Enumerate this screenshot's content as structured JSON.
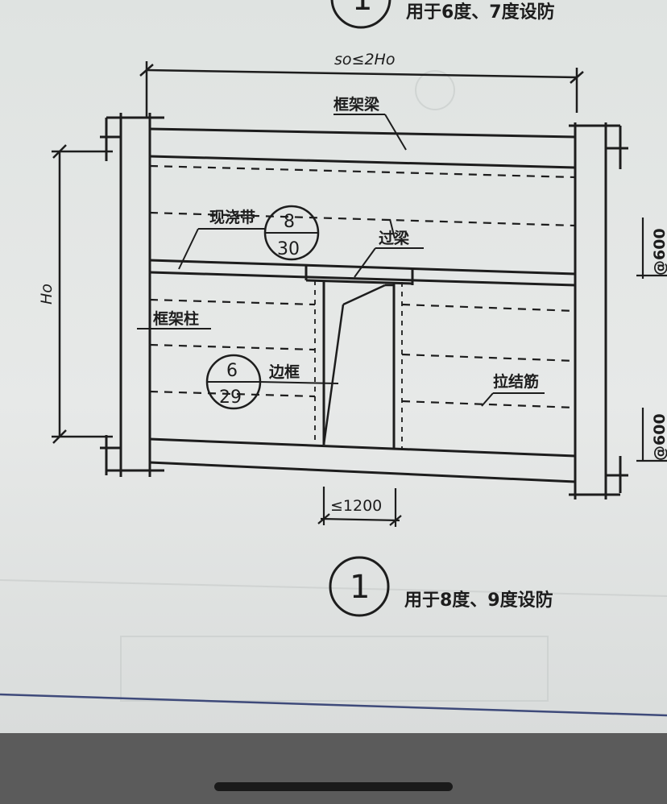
{
  "top_caption": {
    "number": "1",
    "text": "用于6度、7度设防"
  },
  "span_dimension": "so≤2Ho",
  "height_dimension": "Ho",
  "labels": {
    "frame_beam": "框架梁",
    "cast_in_place_band": "现浇带",
    "ref_band_top": "8",
    "ref_band_bottom": "30",
    "lintel": "过梁",
    "frame_column": "框架柱",
    "ref_edge_top": "6",
    "ref_edge_bottom": "29",
    "edge_frame": "边框",
    "tie_bar": "拉结筋",
    "spacing_upper": "@600",
    "spacing_lower": "@600",
    "opening_width": "≤1200"
  },
  "bottom_caption": {
    "number": "1",
    "text": "用于8度、9度设防"
  }
}
